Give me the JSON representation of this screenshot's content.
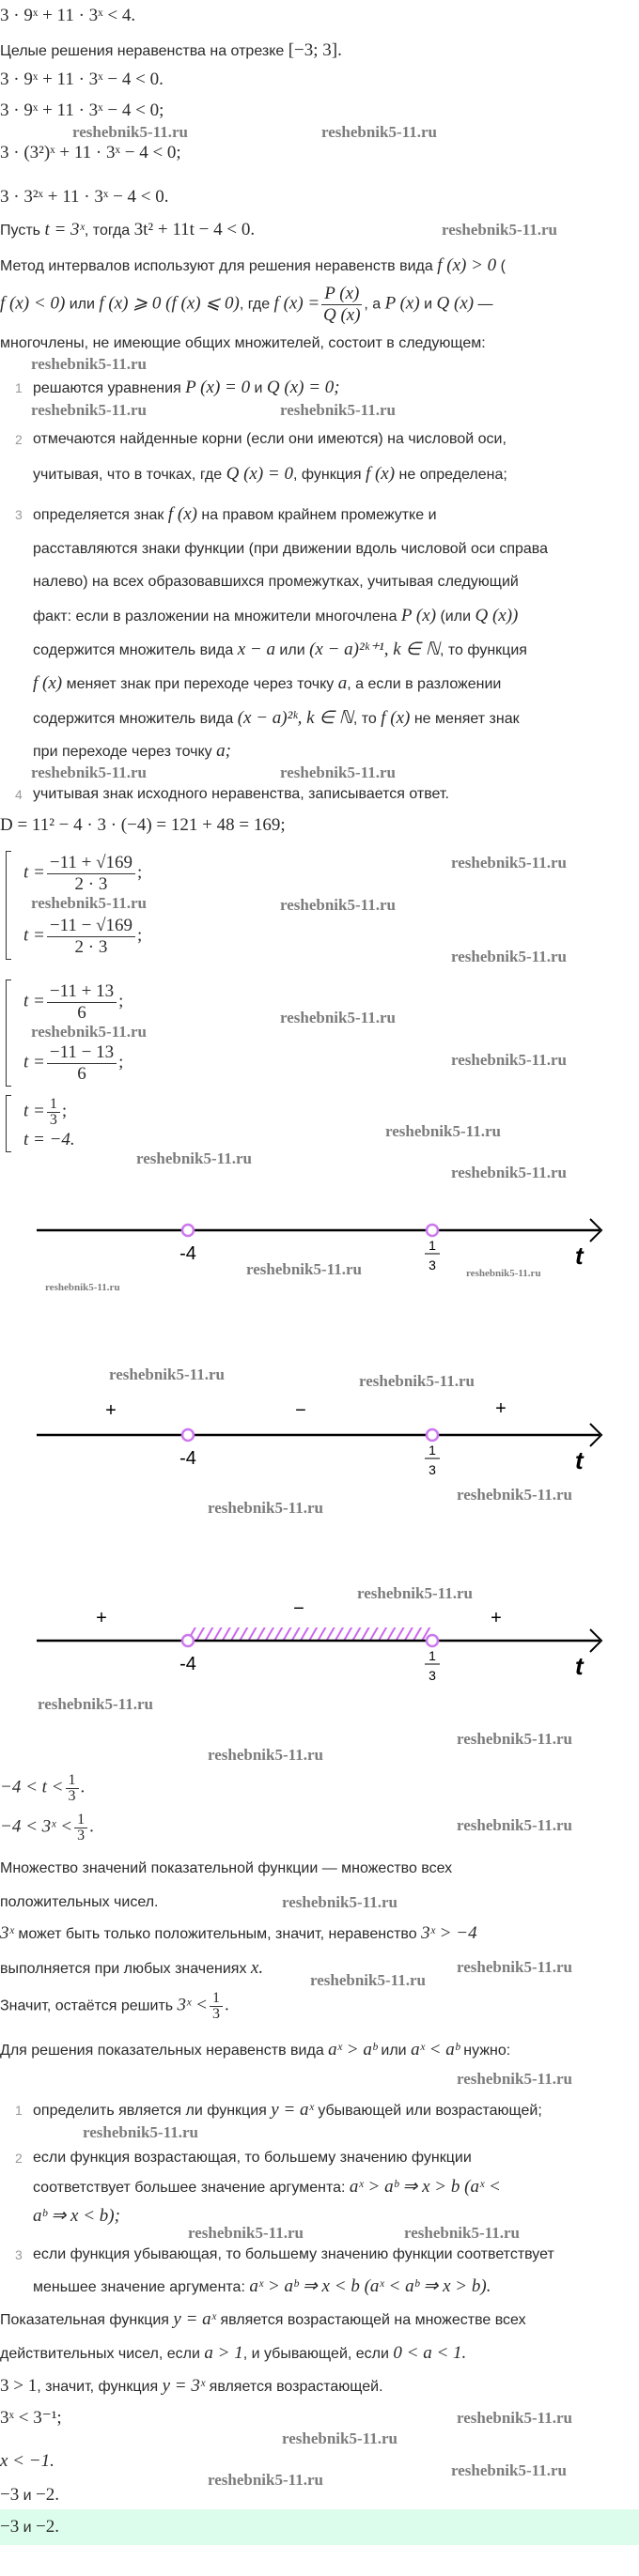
{
  "watermark": "reshebnik5-11.ru",
  "intro": {
    "l1": "3 · 9ˣ + 11 · 3ˣ < 4.",
    "task_text": "Целые решения неравенства на отрезке ",
    "task_math": "[−3; 3].",
    "l3": "3 · 9ˣ + 11 · 3ˣ − 4 < 0.",
    "l4": "3 · 9ˣ + 11 · 3ˣ − 4 < 0;",
    "l5": "3 · (3²)ˣ + 11 · 3ˣ − 4 < 0;",
    "l6": "3 · 3²ˣ + 11 · 3ˣ − 4 < 0."
  },
  "substitution": {
    "a": "Пусть ",
    "b": "t = 3ˣ",
    "c": ", тогда ",
    "d": "3t² + 11t − 4 < 0."
  },
  "method": {
    "l1a": "Метод интервалов используют для решения неравенств вида ",
    "l1b": "f (x) > 0",
    "l1c": " (",
    "l2a": "f (x) < 0)",
    "l2b": " или ",
    "l2c": "f (x) ⩾ 0 (f (x) ⩽ 0)",
    "l2d": ", где ",
    "l2e": "f (x) =",
    "frac_num": "P (x)",
    "frac_den": "Q (x)",
    "l2f": ", а ",
    "l2g": "P (x)",
    "l2h": " и ",
    "l2i": "Q (x)",
    "l2j": " —",
    "l3": "многочлены, не имеющие общих множителей, состоит в следующем:",
    "steps": [
      {
        "n": "1",
        "a": "решаются уравнения ",
        "b": "P (x) = 0",
        "c": " и ",
        "d": "Q (x) = 0;"
      },
      {
        "n": "2",
        "l1": "отмечаются найденные корни (если они имеются) на числовой оси,",
        "l2a": "учитывая, что в точках, где ",
        "l2b": "Q (x) = 0",
        "l2c": ", функция ",
        "l2d": "f (x)",
        "l2e": " не определена;"
      },
      {
        "n": "3",
        "l1a": "определяется знак ",
        "l1b": "f (x)",
        "l1c": " на правом крайнем промежутке и",
        "l2": "расставляются знаки функции (при движении вдоль числовой оси справа",
        "l3": "налево) на всех образовавшихся промежутках, учитывая следующий",
        "l4a": "факт: если в разложении на множители многочлена ",
        "l4b": "P (x)",
        "l4c": " (или ",
        "l4d": "Q (x))",
        "l5a": "содержится множитель вида ",
        "l5b": "x − a",
        "l5c": " или ",
        "l5d": "(x − a)²ᵏ⁺¹, k ∈ ℕ",
        "l5e": ", то функция",
        "l6a": "f (x)",
        "l6b": " меняет знак при переходе через точку ",
        "l6c": "a",
        "l6d": ", а если в разложении",
        "l7a": "содержится множитель вида ",
        "l7b": "(x − a)²ᵏ, k ∈ ℕ",
        "l7c": ", то ",
        "l7d": "f (x)",
        "l7e": " не меняет знак",
        "l8a": "при переходе через точку ",
        "l8b": "a;"
      },
      {
        "n": "4",
        "a": "учитывая знак исходного неравенства, записывается ответ."
      }
    ]
  },
  "solve": {
    "D": "D = 11² − 4 · 3 · (−4) = 121 + 48 = 169;",
    "t_eq": "t =",
    "s1": [
      {
        "num": "−11 + √169",
        "den": "2 · 3"
      },
      {
        "num": "−11 − √169",
        "den": "2 · 3"
      }
    ],
    "s2": [
      {
        "num": "−11 + 13",
        "den": "6"
      },
      {
        "num": "−11 − 13",
        "den": "6"
      }
    ],
    "s3_num": "1",
    "s3_den": "3",
    "s3_b": "t = −4.",
    "semi": ";"
  },
  "number_lines": {
    "root1": "-4",
    "root2_num": "1",
    "root2_den": "3",
    "var": "t",
    "signs": [
      "+",
      "−",
      "+"
    ],
    "point_color": "#cc77ee",
    "hatch_color": "#cc66ee"
  },
  "chart_data": {
    "type": "number-line",
    "variable": "t",
    "points": [
      -4,
      0.3333
    ],
    "open_points": true,
    "signs": [
      "+",
      "−",
      "+"
    ],
    "shaded_interval": [
      -4,
      0.3333
    ]
  },
  "result": {
    "r1": "−4 < t <",
    "r2": "−4 < 3ˣ <",
    "frac_num": "1",
    "frac_den": "3",
    "dot": ".",
    "p1": "Множество значений показательной функции — множество всех",
    "p2": "положительных чисел.",
    "p3a": "3ˣ",
    "p3b": " может быть только положительным, значит, неравенство ",
    "p3c": "3ˣ > −4",
    "p4a": "выполняется при любых значениях ",
    "p4b": "x.",
    "p5a": "Значит, остаётся решить ",
    "p5b": "3ˣ <",
    "p6a": "Для решения показательных неравенств вида ",
    "p6b": "aˣ > aᵇ",
    "p6c": " или ",
    "p6d": "aˣ < aᵇ",
    "p6e": " нужно:",
    "rules": [
      {
        "n": "1",
        "a": "определить является ли функция ",
        "b": "y = aˣ",
        "c": " убывающей или возрастающей;"
      },
      {
        "n": "2",
        "l1": "если функция возрастающая, то большему значению функции",
        "l2a": "соответствует большее значение аргумента: ",
        "l2b": "aˣ > aᵇ ⇒ x > b (aˣ <",
        "l3": "aᵇ ⇒ x < b);"
      },
      {
        "n": "3",
        "l1": "если функция убывающая, то большему значению функции соответствует",
        "l2a": "меньшее значение аргумента: ",
        "l2b": "aˣ > aᵇ ⇒ x < b (aˣ < aᵇ ⇒ x > b)."
      }
    ],
    "q1a": "Показательная функция ",
    "q1b": "y = aˣ",
    "q1c": " является возрастающей на множестве всех",
    "q2a": "действительных чисел, если ",
    "q2b": "a > 1",
    "q2c": ", и убывающей, если ",
    "q2d": "0 < a < 1.",
    "q3a": "3 > 1",
    "q3b": ", значит, функция ",
    "q3c": "y = 3ˣ",
    "q3d": " является возрастающей.",
    "q4": "3ˣ < 3⁻¹;",
    "q5": "x < −1.",
    "q6a": "−3",
    "q6b": " и ",
    "q6c": "−2."
  },
  "answer": {
    "a": "−3",
    "b": " и ",
    "c": "−2."
  }
}
